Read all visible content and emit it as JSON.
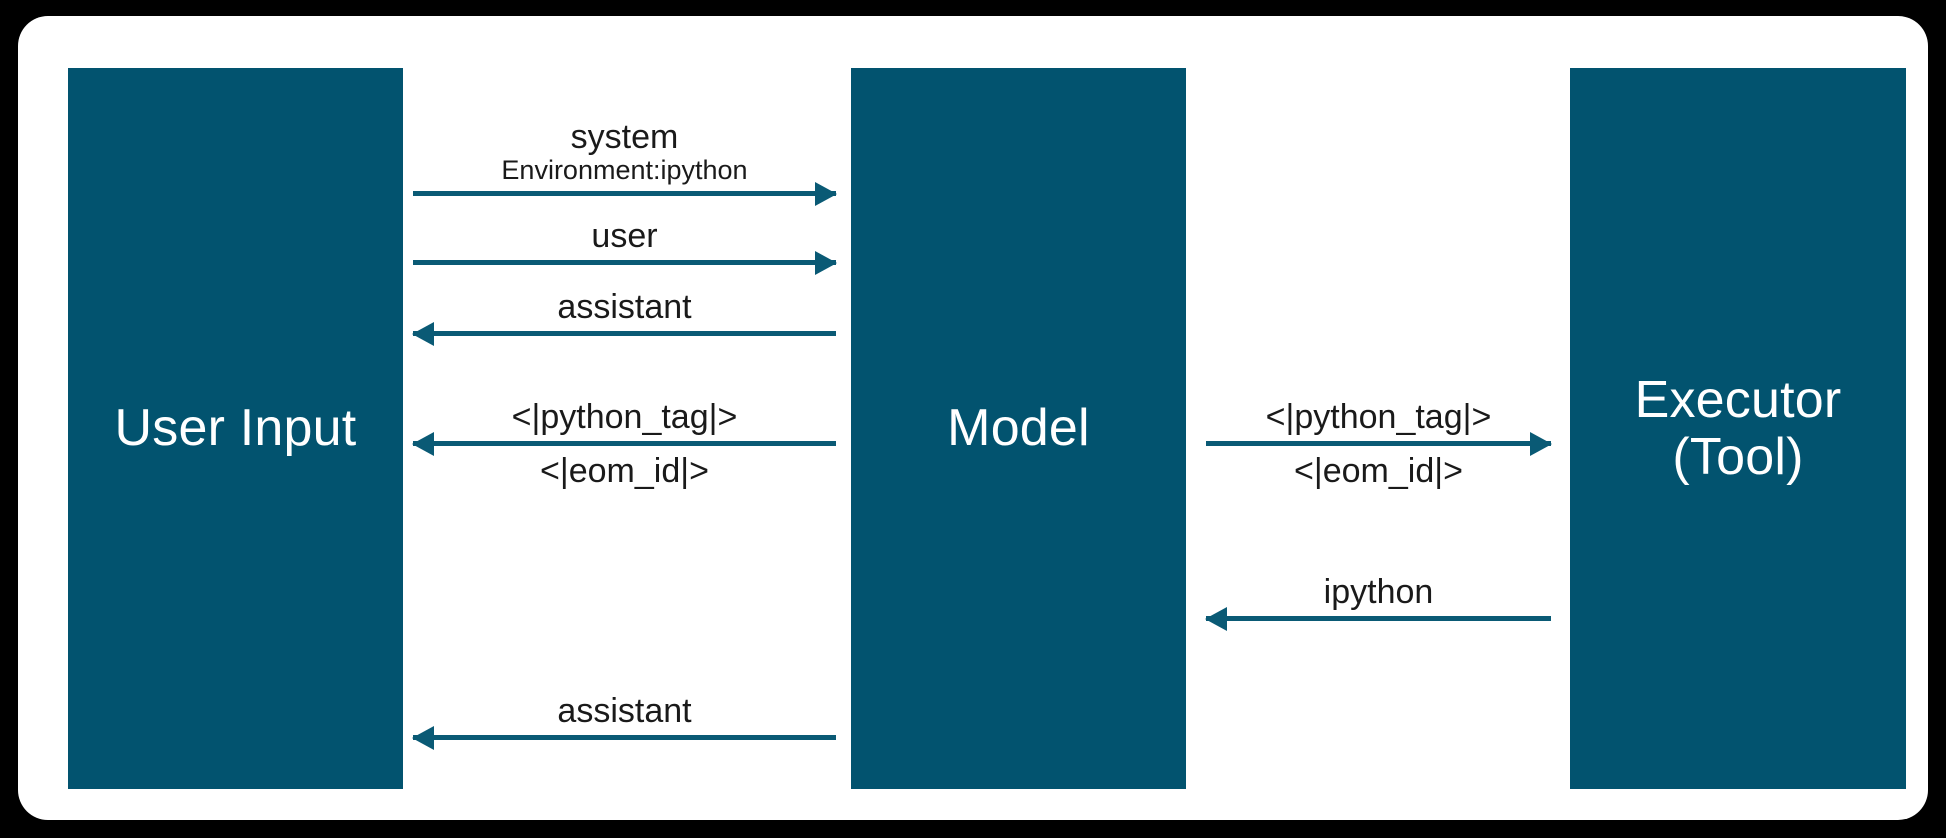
{
  "diagram": {
    "title": "Llama tool-calling message flow sequence diagram",
    "type": "sequence-diagram",
    "colors": {
      "background": "#000000",
      "card": "#ffffff",
      "lifeline_fill": "#02536f",
      "lifeline_text": "#ffffff",
      "arrow": "#0a5a75",
      "label_text": "#1a1a1a"
    },
    "participants": [
      {
        "id": "user-input",
        "label": "User Input",
        "label_line2": ""
      },
      {
        "id": "model",
        "label": "Model",
        "label_line2": ""
      },
      {
        "id": "executor",
        "label": "Executor",
        "label_line2": "(Tool)"
      }
    ],
    "messages": [
      {
        "id": "system",
        "from": "user-input",
        "to": "model",
        "direction": "right",
        "channel": "left",
        "label_above": "system",
        "label_above_sub": "Environment:ipython",
        "label_below": ""
      },
      {
        "id": "user",
        "from": "user-input",
        "to": "model",
        "direction": "right",
        "channel": "left",
        "label_above": "user",
        "label_above_sub": "",
        "label_below": ""
      },
      {
        "id": "assistant-1",
        "from": "model",
        "to": "user-input",
        "direction": "left",
        "channel": "left",
        "label_above": "assistant",
        "label_above_sub": "",
        "label_below": ""
      },
      {
        "id": "python-tag-left",
        "from": "model",
        "to": "user-input",
        "direction": "left",
        "channel": "left",
        "label_above": "<|python_tag|>",
        "label_above_sub": "",
        "label_below": "<|eom_id|>"
      },
      {
        "id": "python-tag-right",
        "from": "model",
        "to": "executor",
        "direction": "right",
        "channel": "right",
        "label_above": "<|python_tag|>",
        "label_above_sub": "",
        "label_below": "<|eom_id|>"
      },
      {
        "id": "ipython",
        "from": "executor",
        "to": "model",
        "direction": "left",
        "channel": "right",
        "label_above": "ipython",
        "label_above_sub": "",
        "label_below": ""
      },
      {
        "id": "assistant-2",
        "from": "model",
        "to": "user-input",
        "direction": "left",
        "channel": "left",
        "label_above": "assistant",
        "label_above_sub": "",
        "label_below": ""
      }
    ]
  }
}
